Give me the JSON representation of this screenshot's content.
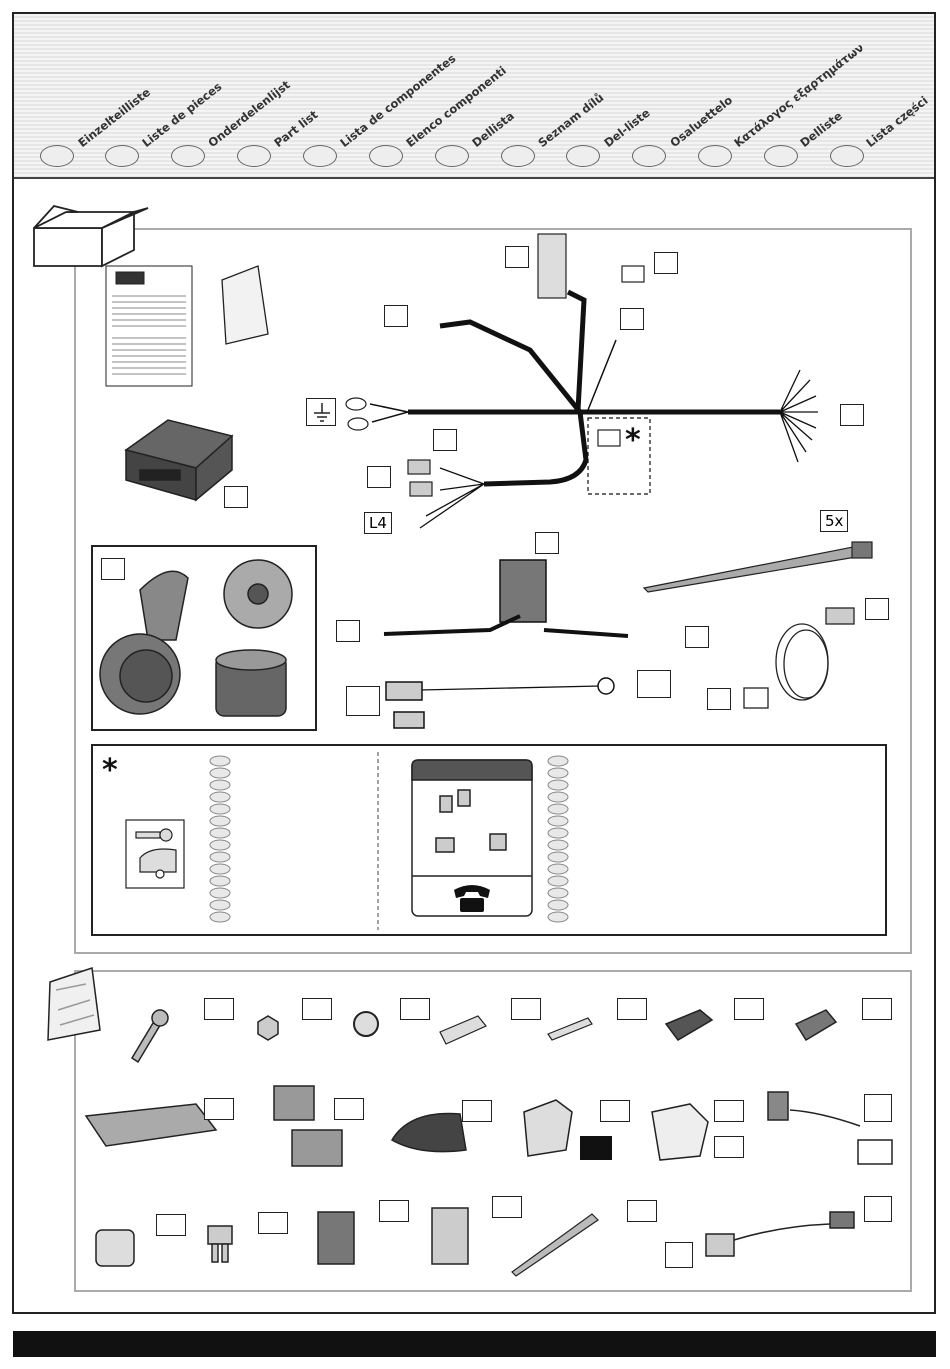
{
  "header": {
    "languages": [
      "Einzelteilliste",
      "Liste de pieces",
      "Onderdelenlijst",
      "Part list",
      "Lista de componentes",
      "Elenco componenti",
      "Dellista",
      "Seznam dílů",
      "Del-liste",
      "Osaluettelo",
      "Κατάλογος εξαρτημάτων",
      "Delliste",
      "Lista części"
    ]
  },
  "kit": {
    "l4_label": "L4",
    "cable_tie_qty": "5x",
    "optional_marker": "*"
  },
  "bag": {
    "optional_marker": "*"
  },
  "icons": {
    "box": "box-icon",
    "bag": "bag-icon",
    "ground": "ground-symbol-icon",
    "phone": "telephone-icon",
    "key": "key-icon",
    "caravan": "caravan-icon",
    "car": "car-icon"
  },
  "colors": {
    "frame": "#222222",
    "section_border": "#aaaaaa",
    "header_bg": "#eeeeee",
    "footer": "#111111"
  }
}
